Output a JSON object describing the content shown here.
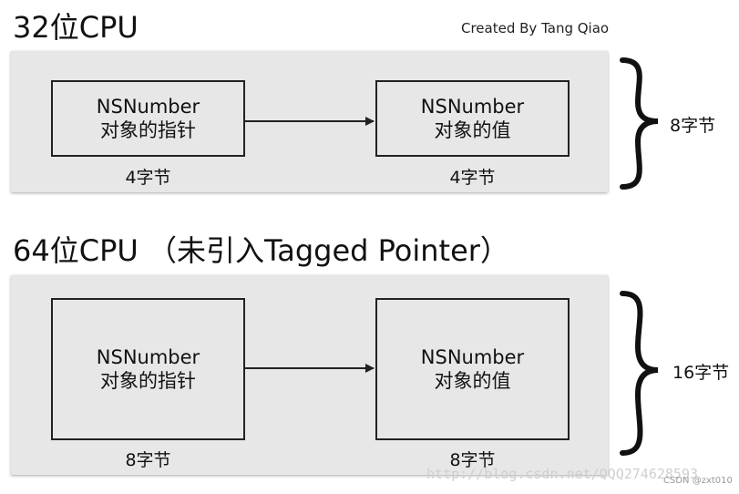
{
  "credit": "Created By Tang Qiao",
  "sections": [
    {
      "title": "32位CPU",
      "pointer_box": {
        "line1": "NSNumber",
        "line2": "对象的指针"
      },
      "value_box": {
        "line1": "NSNumber",
        "line2": "对象的值"
      },
      "pointer_size": "4字节",
      "value_size": "4字节",
      "total_size": "8字节"
    },
    {
      "title": "64位CPU （未引入Tagged Pointer）",
      "pointer_box": {
        "line1": "NSNumber",
        "line2": "对象的指针"
      },
      "value_box": {
        "line1": "NSNumber",
        "line2": "对象的值"
      },
      "pointer_size": "8字节",
      "value_size": "8字节",
      "total_size": "16字节"
    }
  ],
  "watermark": "http://blog.csdn.net/QQQ274628593",
  "csdn_mark": "CSDN @zxt010",
  "colors": {
    "panel": "#e7e7e7",
    "border": "#222222",
    "text": "#111111"
  }
}
